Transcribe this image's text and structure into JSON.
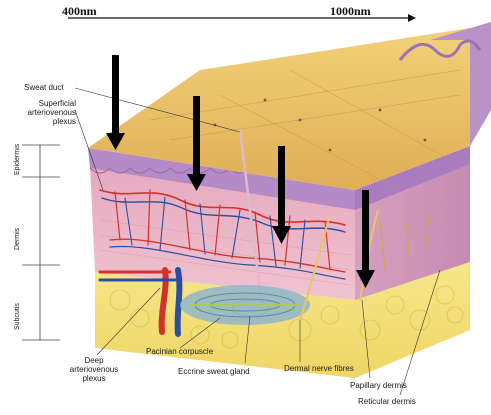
{
  "scale": {
    "left_label": "400nm",
    "right_label": "1000nm"
  },
  "labels": {
    "sweat_duct": "Sweat duct",
    "superficial_plexus_line1": "Superficial",
    "superficial_plexus_line2": "arteriovenous",
    "superficial_plexus_line3": "plexus",
    "deep_plexus_line1": "Deep",
    "deep_plexus_line2": "arteriovenous",
    "deep_plexus_line3": "plexus",
    "pacinian": "Pacinian corpuscle",
    "eccrine": "Eccrine sweat gland",
    "nerve": "Dermal nerve fibres",
    "papillary": "Papillary dermis",
    "reticular": "Reticular dermis"
  },
  "layers": {
    "epidermis": "Epidermis",
    "dermis": "Dermis",
    "subcutis": "Subcutis"
  },
  "colors": {
    "surface": "#e9c36a",
    "epidermis": "#b58fc8",
    "dermis": "#e8b7c6",
    "fat": "#f3e27a",
    "artery": "#d3322c",
    "vein": "#2a4fa0",
    "arrow": "#000000"
  }
}
